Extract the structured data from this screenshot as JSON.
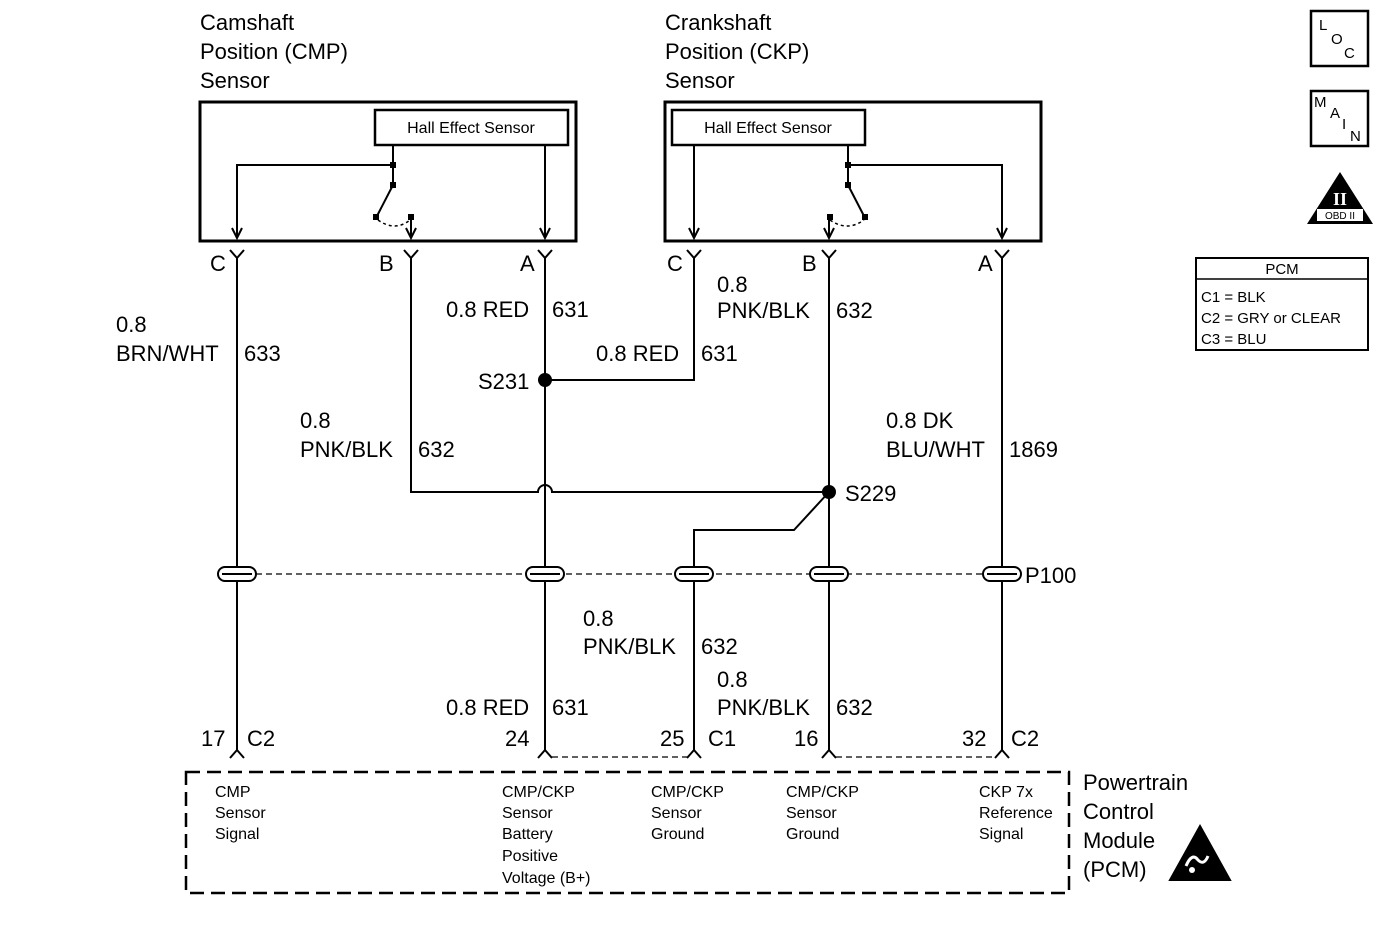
{
  "components": {
    "cmp_sensor": {
      "title": [
        "Camshaft",
        "Position (CMP)",
        "Sensor"
      ],
      "inner": "Hall Effect Sensor"
    },
    "ckp_sensor": {
      "title": [
        "Crankshaft",
        "Position (CKP)",
        "Sensor"
      ],
      "inner": "Hall Effect Sensor"
    }
  },
  "pins": {
    "cmp": [
      "C",
      "B",
      "A"
    ],
    "ckp": [
      "C",
      "B",
      "A"
    ]
  },
  "wires": {
    "w633": [
      "0.8",
      "BRN/WHT",
      "633"
    ],
    "w632_left": [
      "0.8",
      "PNK/BLK",
      "632"
    ],
    "w631_top": "0.8 RED",
    "w631_top_num": "631",
    "w631_mid": "0.8 RED",
    "w631_mid_num": "631",
    "w632_ckp": [
      "0.8",
      "PNK/BLK",
      "632"
    ],
    "w1869": [
      "0.8 DK",
      "BLU/WHT",
      "1869"
    ],
    "w632_low1": [
      "0.8",
      "PNK/BLK",
      "632"
    ],
    "w632_low2": [
      "0.8",
      "PNK/BLK",
      "632"
    ],
    "w631_low": "0.8 RED",
    "w631_low_num": "631"
  },
  "splices": {
    "s231": "S231",
    "s229": "S229"
  },
  "connector": "P100",
  "pcm_pins": [
    {
      "num": "17",
      "conn": "C2"
    },
    {
      "num": "24",
      "conn": ""
    },
    {
      "num": "25",
      "conn": "C1"
    },
    {
      "num": "16",
      "conn": ""
    },
    {
      "num": "32",
      "conn": "C2"
    }
  ],
  "pcm_functions": [
    [
      "CMP",
      "Sensor",
      "Signal"
    ],
    [
      "CMP/CKP",
      "Sensor",
      "Battery",
      "Positive",
      "Voltage (B+)"
    ],
    [
      "CMP/CKP",
      "Sensor",
      "Ground"
    ],
    [
      "CMP/CKP",
      "Sensor",
      "Ground"
    ],
    [
      "CKP 7x",
      "Reference",
      "Signal"
    ]
  ],
  "pcm_label": [
    "Powertrain",
    "Control",
    "Module",
    "(PCM)"
  ],
  "icons": {
    "loc": [
      "L",
      "O",
      "C"
    ],
    "main": [
      "M",
      "A",
      "I",
      "N"
    ],
    "obd": {
      "roman": "II",
      "text": "OBD II"
    },
    "esd": "esd-warning-icon"
  },
  "legend": {
    "title": "PCM",
    "items": [
      "C1 = BLK",
      "C2 = GRY or CLEAR",
      "C3 = BLU"
    ]
  }
}
